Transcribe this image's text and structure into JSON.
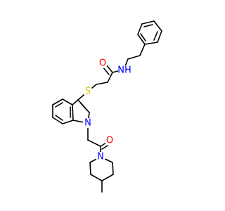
{
  "molecule": {
    "atom_labels": {
      "amide_oxygen": "O",
      "amide_nh": "NH",
      "thioether_sulfur": "S",
      "indole_nitrogen": "N",
      "ketone_oxygen": "O",
      "piperidine_nitrogen": "N"
    }
  },
  "colors": {
    "bond": "#000000",
    "oxygen": "#FF0000",
    "nitrogen": "#0000FF",
    "sulfur": "#CCCC00",
    "background": "#FFFFFF"
  }
}
